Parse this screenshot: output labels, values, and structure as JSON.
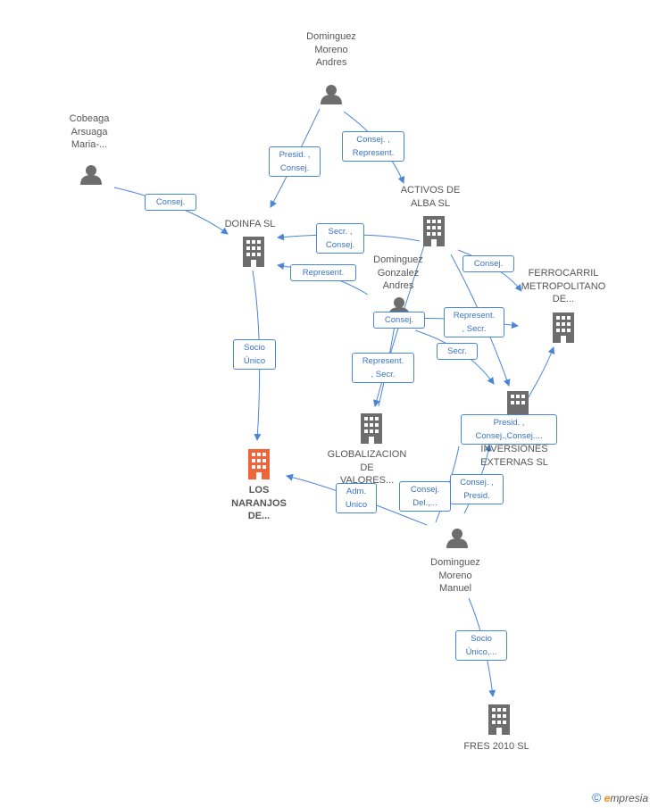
{
  "colors": {
    "edge": "#4a86d8",
    "company": "#6d6d6d",
    "focus_company": "#f0643c",
    "person": "#6d6d6d"
  },
  "nodes": {
    "dominguez_moreno_andres": {
      "label": "Dominguez\nMoreno\nAndres",
      "icon": "person-icon"
    },
    "cobeaga": {
      "label": "Cobeaga\nArsuaga\nMaria-...",
      "icon": "person-icon"
    },
    "doinfa": {
      "label": "DOINFA SL",
      "icon": "building-icon"
    },
    "activos_alba": {
      "label": "ACTIVOS DE\nALBA SL",
      "icon": "building-icon"
    },
    "dominguez_gonzalez": {
      "label": "Dominguez\nGonzalez\nAndres",
      "icon": "person-icon"
    },
    "ferrocarril": {
      "label": "FERROCARRIL\nMETROPOLITANO\nDE...",
      "icon": "building-icon"
    },
    "globalizacion": {
      "label": "GLOBALIZACION\nDE\nVALORES...",
      "icon": "building-icon"
    },
    "inversiones": {
      "label": "INVERSIONES\nEXTERNAS SL",
      "icon": "building-icon"
    },
    "los_naranjos": {
      "label": "LOS\nNARANJOS\nDE...",
      "icon": "building-icon"
    },
    "dominguez_moreno_manuel": {
      "label": "Dominguez\nMoreno\nManuel",
      "icon": "person-icon"
    },
    "fres": {
      "label": "FRES 2010 SL",
      "icon": "building-icon"
    }
  },
  "edges": {
    "e1": "Presid. ,\nConsej.",
    "e2": "Consej. ,\nRepresent.",
    "e3": "Consej.",
    "e4": "Secr. ,\nConsej.",
    "e5": "Represent.",
    "e6": "Consej.",
    "e7": "Consej.",
    "e8": "Represent.\n, Secr.",
    "e9": "Secr.",
    "e10": "Represent.\n, Secr.",
    "e11": "Socio\nÚnico",
    "e12": "Presid. ,\nConsej.,Consej....",
    "e13": "Adm.\nUnico",
    "e14": "Consej.\nDel.,...",
    "e15": "Consej. ,\nPresid.",
    "e16": "Socio\nÚnico,..."
  },
  "footer": {
    "copyright": "©",
    "brand_first": "e",
    "brand_rest": "mpresia"
  }
}
